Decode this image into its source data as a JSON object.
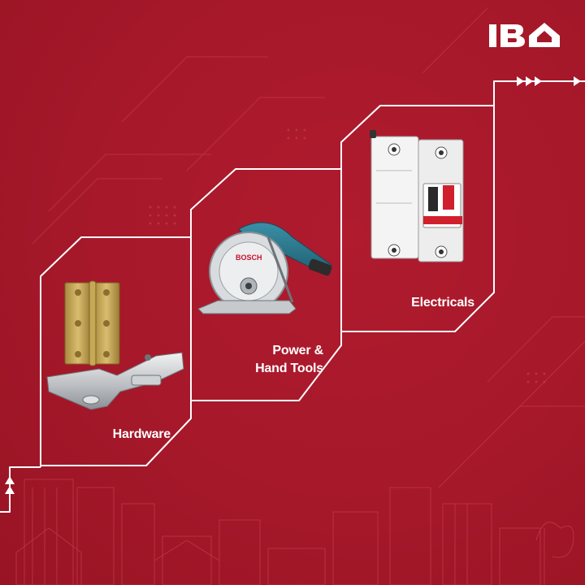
{
  "brand": {
    "logo_text": "IBO",
    "colors": {
      "background": "#a5182a",
      "line": "#ffffff"
    }
  },
  "categories": [
    {
      "label": "Hardware",
      "icon": "hinge-icon"
    },
    {
      "label_line1": "Power &",
      "label_line2": "Hand Tools",
      "icon": "circular-saw-icon"
    },
    {
      "label": "Electricals",
      "icon": "circuit-breaker-icon"
    }
  ],
  "product_text": {
    "saw_brand": "BOSCH"
  }
}
